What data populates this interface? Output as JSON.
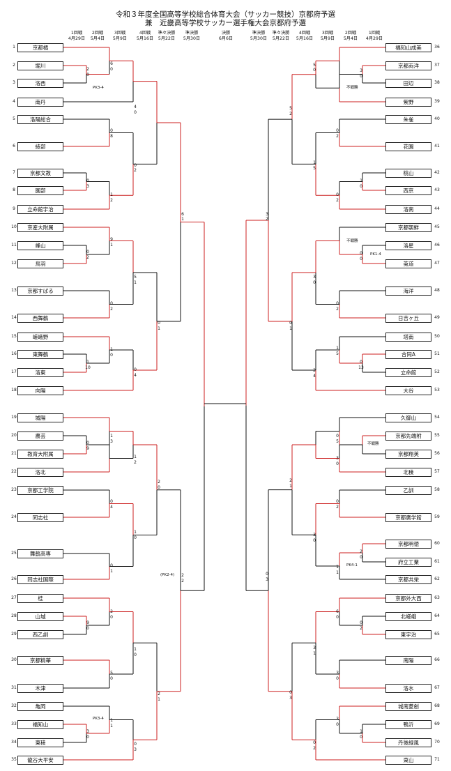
{
  "title": {
    "line1": "令和３年度全国高等学校総合体育大会（サッカー競技）京都府予選",
    "line2": "兼　近畿高等学校サッカー選手権大会京都府予選"
  },
  "rounds_left": [
    {
      "name": "1回戦",
      "date": "4月29日"
    },
    {
      "name": "2回戦",
      "date": "5月4日"
    },
    {
      "name": "3回戦",
      "date": "5月9日"
    },
    {
      "name": "4回戦",
      "date": "5月16日"
    },
    {
      "name": "準々決勝",
      "date": "5月22日"
    },
    {
      "name": "準決勝",
      "date": "5月30日"
    }
  ],
  "final": {
    "name": "決勝",
    "date": "6月6日"
  },
  "rounds_right": [
    {
      "name": "準決勝",
      "date": "5月30日"
    },
    {
      "name": "準々決勝",
      "date": "5月22日"
    },
    {
      "name": "4回戦",
      "date": "5月16日"
    },
    {
      "name": "3回戦",
      "date": "5月9日"
    },
    {
      "name": "2回戦",
      "date": "5月4日"
    },
    {
      "name": "1回戦",
      "date": "4月29日"
    }
  ],
  "left_teams": [
    {
      "n": "1",
      "name": "京都橘"
    },
    {
      "n": "2",
      "name": "堀川"
    },
    {
      "n": "3",
      "name": "洛西"
    },
    {
      "n": "4",
      "name": "南丹"
    },
    {
      "n": "5",
      "name": "洛陽総合"
    },
    {
      "n": "6",
      "name": "綾部"
    },
    {
      "n": "7",
      "name": "京都文教"
    },
    {
      "n": "8",
      "name": "園部"
    },
    {
      "n": "9",
      "name": "立命館宇治"
    },
    {
      "n": "10",
      "name": "京産大附属"
    },
    {
      "n": "11",
      "name": "峰山"
    },
    {
      "n": "12",
      "name": "鳥羽"
    },
    {
      "n": "13",
      "name": "京都すばる"
    },
    {
      "n": "14",
      "name": "西舞鶴"
    },
    {
      "n": "15",
      "name": "嵯峨野"
    },
    {
      "n": "16",
      "name": "東舞鶴"
    },
    {
      "n": "17",
      "name": "洛東"
    },
    {
      "n": "18",
      "name": "向陽"
    },
    {
      "n": "19",
      "name": "城陽"
    },
    {
      "n": "20",
      "name": "農芸"
    },
    {
      "n": "21",
      "name": "教育大附属"
    },
    {
      "n": "22",
      "name": "洛北"
    },
    {
      "n": "23",
      "name": "京都工学院"
    },
    {
      "n": "24",
      "name": "同志社"
    },
    {
      "n": "25",
      "name": "舞鶴高専"
    },
    {
      "n": "26",
      "name": "同志社国際"
    },
    {
      "n": "27",
      "name": "桂"
    },
    {
      "n": "28",
      "name": "山城"
    },
    {
      "n": "29",
      "name": "西乙訓"
    },
    {
      "n": "30",
      "name": "京都精華"
    },
    {
      "n": "31",
      "name": "木津"
    },
    {
      "n": "32",
      "name": "亀岡"
    },
    {
      "n": "33",
      "name": "福知山"
    },
    {
      "n": "34",
      "name": "東稜"
    },
    {
      "n": "35",
      "name": "龍谷大平安"
    }
  ],
  "right_teams": [
    {
      "n": "36",
      "name": "福知山成美"
    },
    {
      "n": "37",
      "name": "京都両洋"
    },
    {
      "n": "38",
      "name": "田辺"
    },
    {
      "n": "39",
      "name": "紫野"
    },
    {
      "n": "40",
      "name": "朱雀"
    },
    {
      "n": "41",
      "name": "花園"
    },
    {
      "n": "42",
      "name": "桃山"
    },
    {
      "n": "43",
      "name": "西京"
    },
    {
      "n": "44",
      "name": "洛南"
    },
    {
      "n": "45",
      "name": "京都朝鮮"
    },
    {
      "n": "46",
      "name": "洛星"
    },
    {
      "n": "47",
      "name": "莵道"
    },
    {
      "n": "48",
      "name": "海洋"
    },
    {
      "n": "49",
      "name": "日吉ヶ丘"
    },
    {
      "n": "50",
      "name": "塔南"
    },
    {
      "n": "51",
      "name": "合同A"
    },
    {
      "n": "52",
      "name": "立命館"
    },
    {
      "n": "53",
      "name": "大谷"
    },
    {
      "n": "54",
      "name": "久御山"
    },
    {
      "n": "55",
      "name": "京都先端附"
    },
    {
      "n": "56",
      "name": "京都翔英"
    },
    {
      "n": "57",
      "name": "北稜"
    },
    {
      "n": "58",
      "name": "乙訓"
    },
    {
      "n": "59",
      "name": "京都廣学館"
    },
    {
      "n": "60",
      "name": "京都明徳"
    },
    {
      "n": "61",
      "name": "府立工業"
    },
    {
      "n": "62",
      "name": "京都共栄"
    },
    {
      "n": "63",
      "name": "京都外大西"
    },
    {
      "n": "64",
      "name": "北嵯峨"
    },
    {
      "n": "65",
      "name": "東宇治"
    },
    {
      "n": "66",
      "name": "南陽"
    },
    {
      "n": "67",
      "name": "洛水"
    },
    {
      "n": "68",
      "name": "城南菱創"
    },
    {
      "n": "69",
      "name": "鴨沂"
    },
    {
      "n": "70",
      "name": "丹後緑風"
    },
    {
      "n": "71",
      "name": "東山"
    }
  ],
  "notes": {
    "pk34a": "PK3-4",
    "pk24": "(PK2-4)",
    "pk34b": "PK3-4",
    "fusen1": "不戦勝",
    "fusen2": "不戦勝",
    "pk14": "PK1-4",
    "fusen3": "不戦勝",
    "pk41": "PK4-1"
  },
  "colors": {
    "win": "#cc1f1f",
    "line": "#111111"
  }
}
